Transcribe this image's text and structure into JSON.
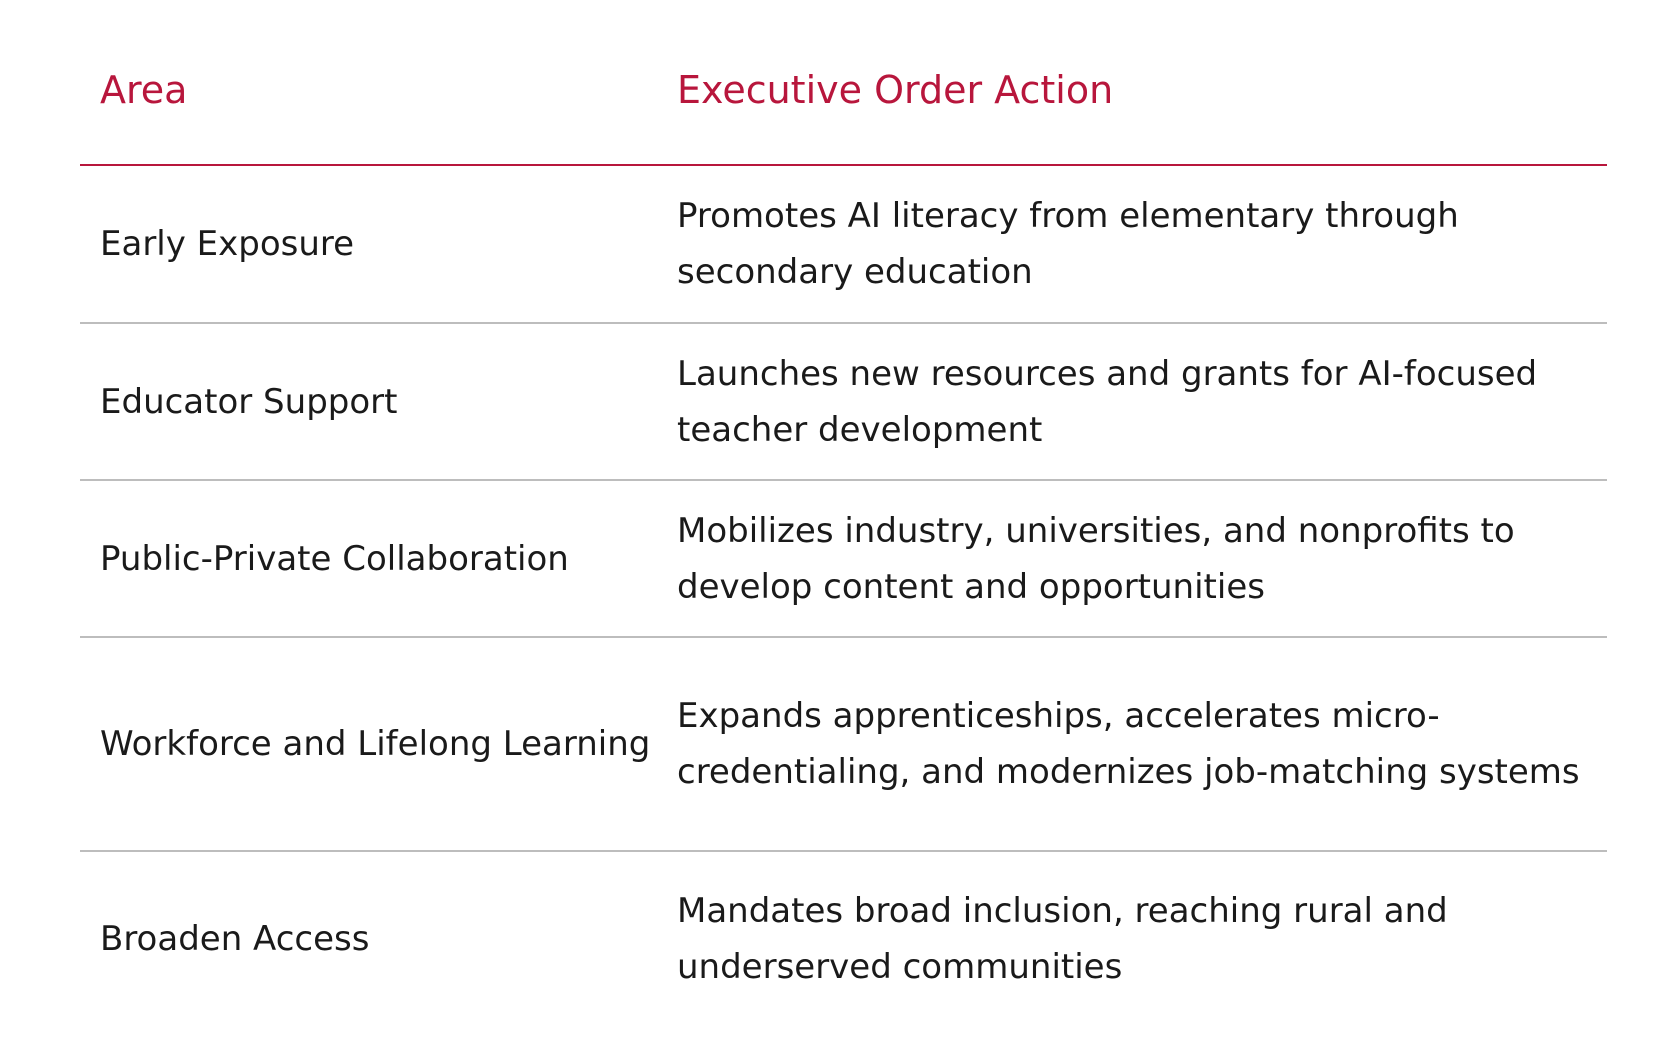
{
  "table": {
    "headers": {
      "area": "Area",
      "action": "Executive Order Action"
    },
    "rows": [
      {
        "area": "Early Exposure",
        "action": "Promotes AI literacy from elementary through secondary education"
      },
      {
        "area": "Educator Support",
        "action": "Launches new resources and grants for AI-focused teacher development"
      },
      {
        "area": "Public-Private Collaboration",
        "action": "Mobilizes industry, universities, and nonprofits to develop content and opportunities"
      },
      {
        "area": "Workforce and Lifelong Learning",
        "action": "Expands apprenticeships, accelerates micro-credentialing, and modernizes job-matching systems"
      },
      {
        "area": "Broaden Access",
        "action": "Mandates broad inclusion, reaching rural and underserved communities"
      }
    ]
  },
  "colors": {
    "header_accent": "#b8163c",
    "row_divider": "#bdbdbd",
    "body_text": "#1a1a1a"
  }
}
